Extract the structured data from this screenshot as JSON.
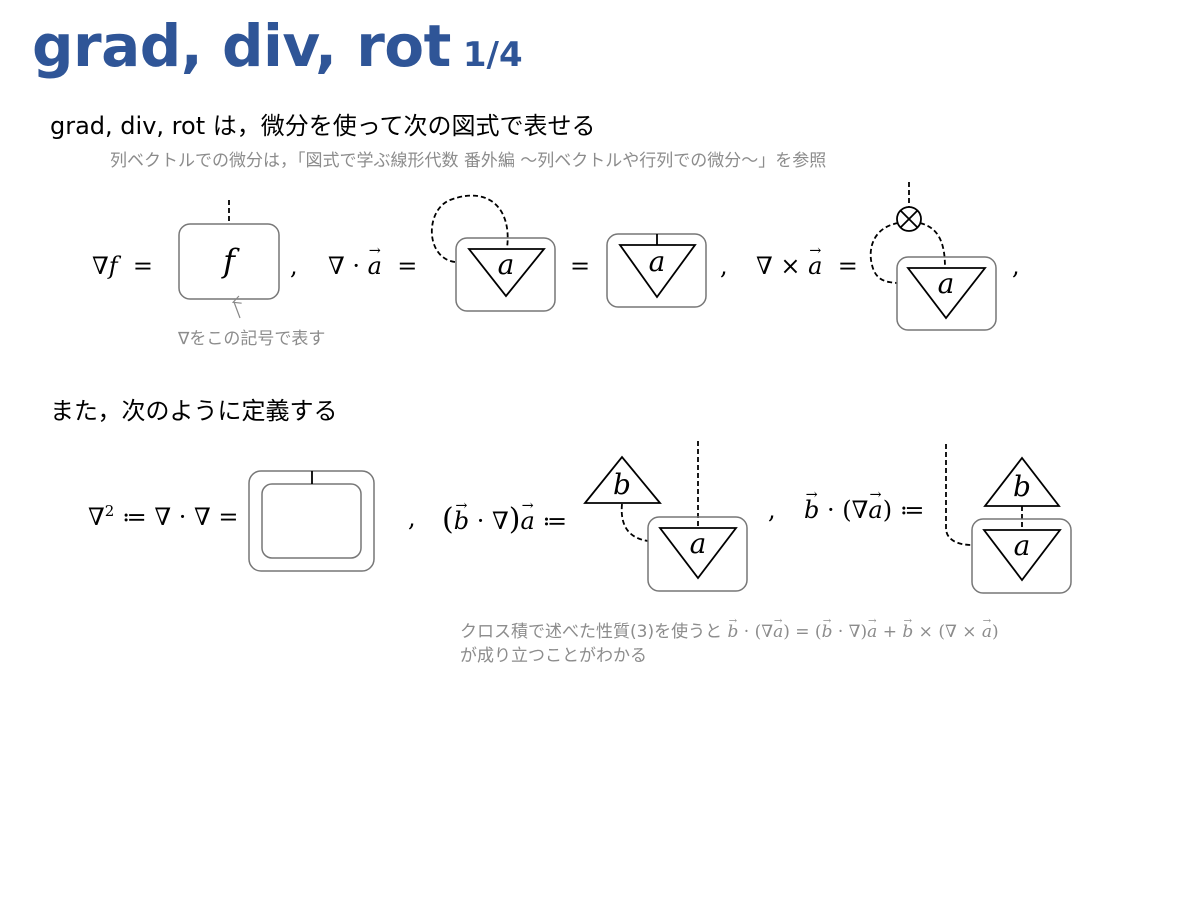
{
  "title": {
    "main": "grad, div, rot",
    "page": "1/4"
  },
  "section1": {
    "heading": "grad, div, rot は，微分を使って次の図式で表せる",
    "note": "列ベクトルでの微分は，「図式で学ぶ線形代数 番外編 ～列ベクトルや行列での微分～」を参照",
    "nabla_note": "∇をこの記号で表す"
  },
  "section2": {
    "heading": "また，次のように定義する",
    "note_line2": "が成り立つことがわかる"
  },
  "symbols": {
    "f": "f",
    "a": "a",
    "b": "b"
  }
}
